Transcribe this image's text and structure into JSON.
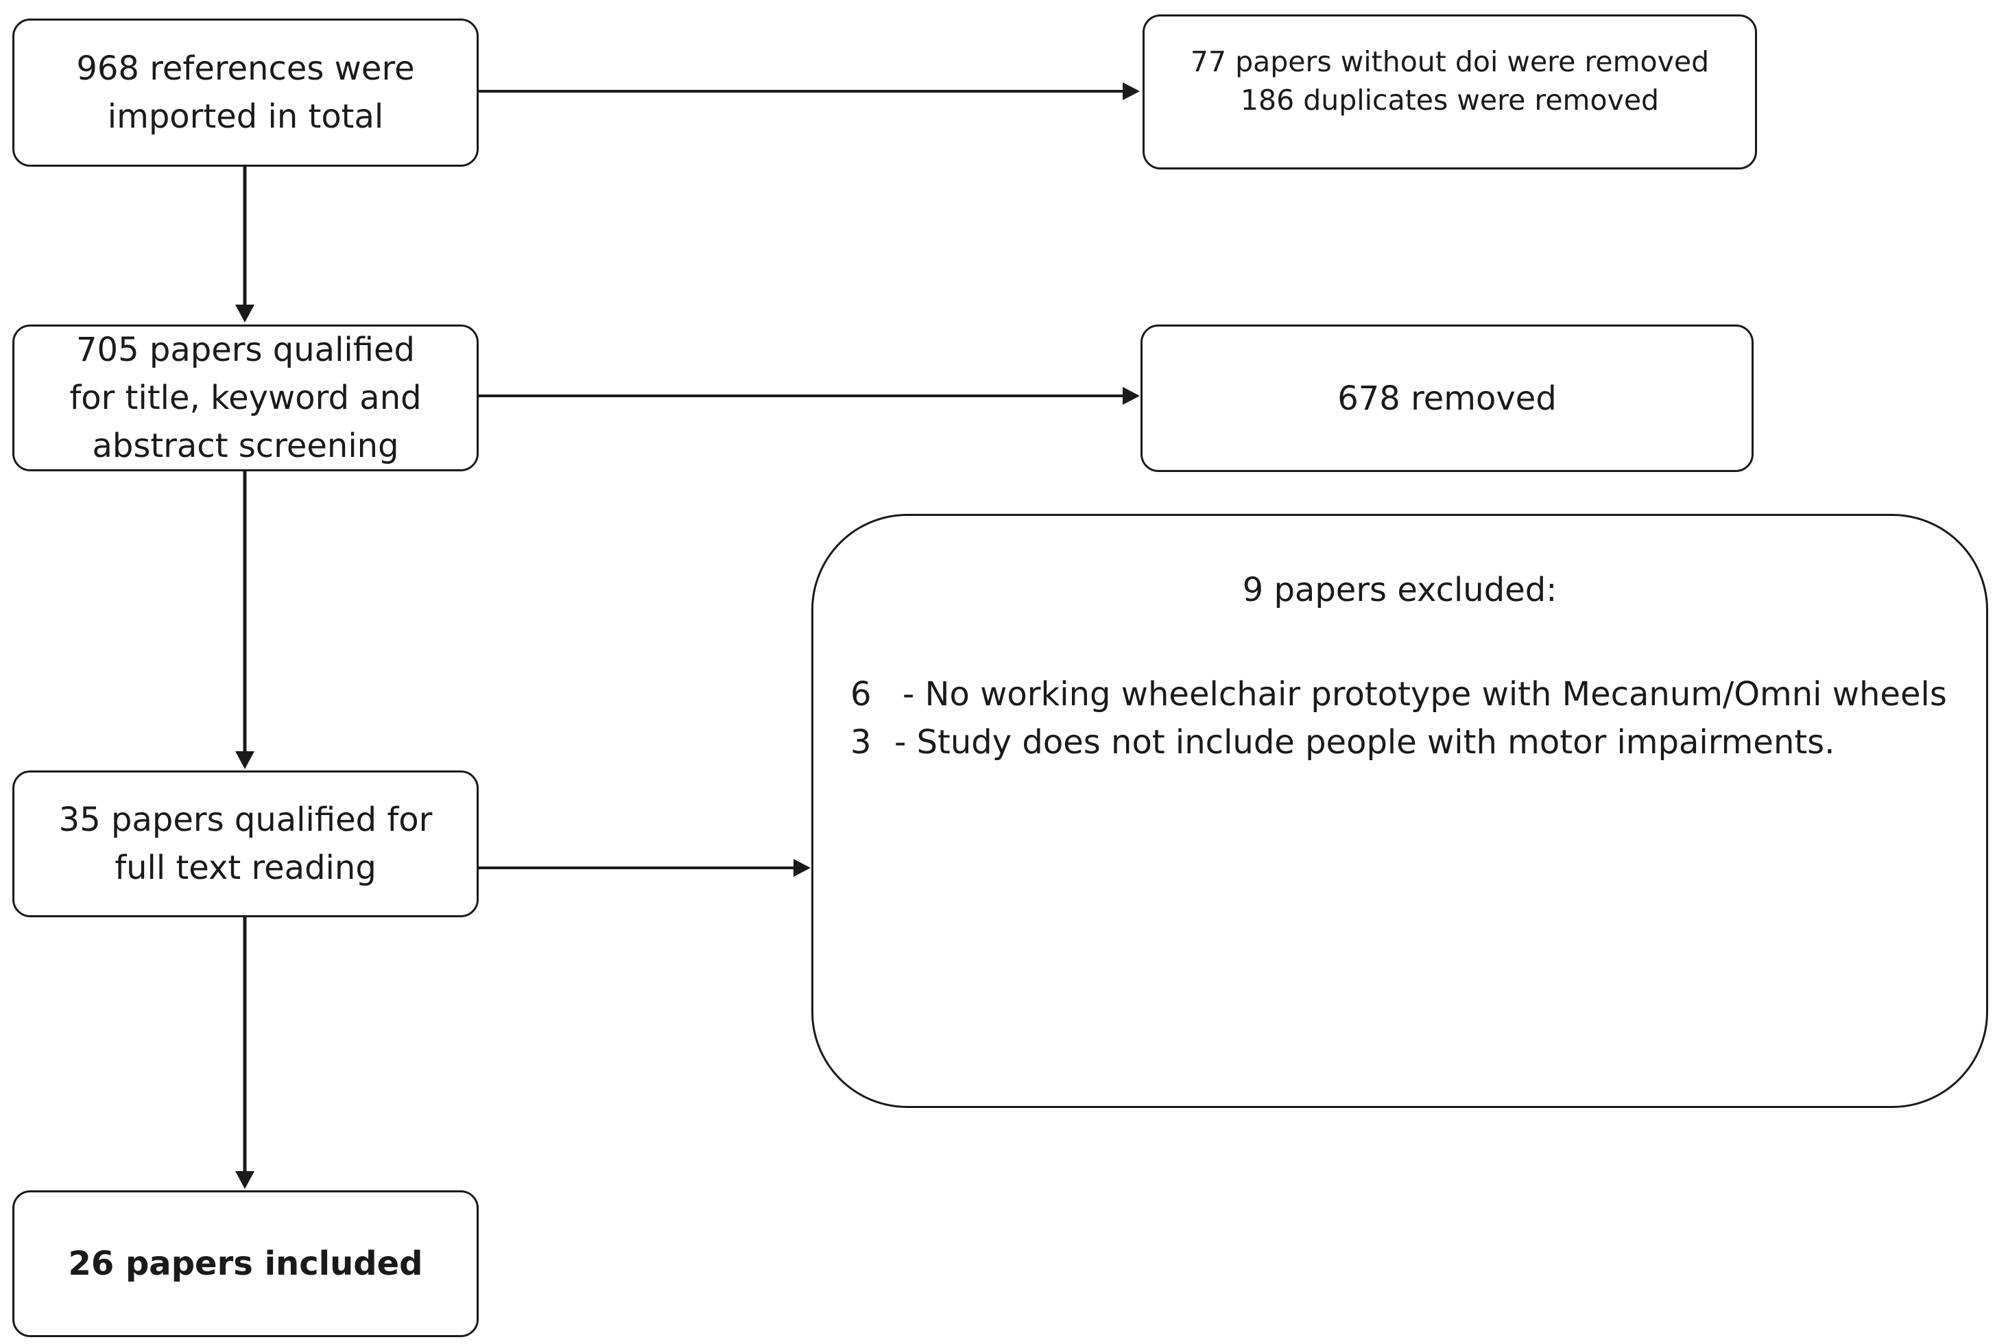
{
  "boxes": {
    "imported": {
      "lines": [
        "968 references were",
        "imported in total"
      ]
    },
    "removed_initial": {
      "lines": [
        "77 papers without doi were removed",
        "186 duplicates were removed"
      ]
    },
    "screening": {
      "lines": [
        "705 papers qualified",
        "for title, keyword and",
        "abstract screening"
      ]
    },
    "removed_screening": {
      "lines": [
        "678 removed"
      ]
    },
    "full_text": {
      "lines": [
        "35 papers qualified for",
        "full text reading"
      ]
    },
    "excluded": {
      "title": "9 papers excluded:",
      "reasons": [
        {
          "count": "6",
          "text": "- No working wheelchair prototype with Mecanum/Omni wheels"
        },
        {
          "count": "3",
          "text": "-  Study does not include people with motor impairments."
        }
      ]
    },
    "included": {
      "lines": [
        "26 papers included"
      ]
    }
  }
}
